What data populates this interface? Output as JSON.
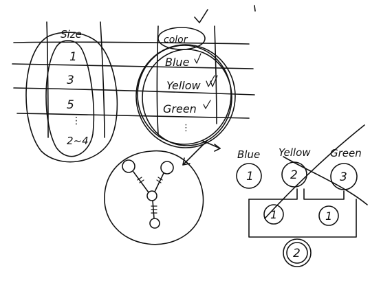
{
  "table": {
    "size_header": "Size",
    "sizes": [
      "1",
      "3",
      "5"
    ],
    "size_last": "2~4",
    "color_header": "color",
    "colors": [
      "Blue",
      "Yellow",
      "Green"
    ]
  },
  "categories": {
    "blue": {
      "label": "Blue",
      "count": "1"
    },
    "yellow": {
      "label": "Yellow",
      "count": "2"
    },
    "green": {
      "label": "Green",
      "count": "3"
    }
  },
  "merge": {
    "left": "1",
    "right": "1",
    "result": "2"
  }
}
